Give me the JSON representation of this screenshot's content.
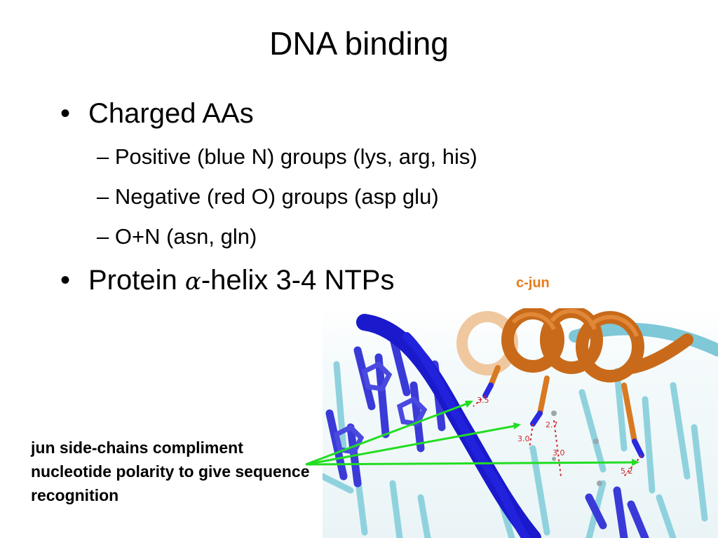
{
  "slide": {
    "title": "DNA binding",
    "bullets": [
      {
        "text": "Charged AAs"
      },
      {
        "text_before": "Protein ",
        "symbol": "α",
        "text_after": "-helix 3-4 NTPs"
      }
    ],
    "sub_bullets": [
      "Positive (blue N) groups (lys, arg, his)",
      "Negative (red O) groups (asp glu)",
      "O+N (asn, gln)"
    ],
    "bullet_glyph": "•",
    "dash_glyph": "–",
    "figure": {
      "label": "c-jun",
      "distances": [
        "3.5",
        "2.7",
        "3.0",
        "3.0",
        "5.2"
      ],
      "caption": "jun side-chains compliment nucleotide polarity to give sequence recognition",
      "colors": {
        "dna_strand": "#1a1acc",
        "dna_light": "#7ec8d8",
        "helix": "#c86a1a",
        "arrow": "#22dd22",
        "label": "#e87a1a",
        "distance": "#cc2a2a"
      }
    }
  }
}
